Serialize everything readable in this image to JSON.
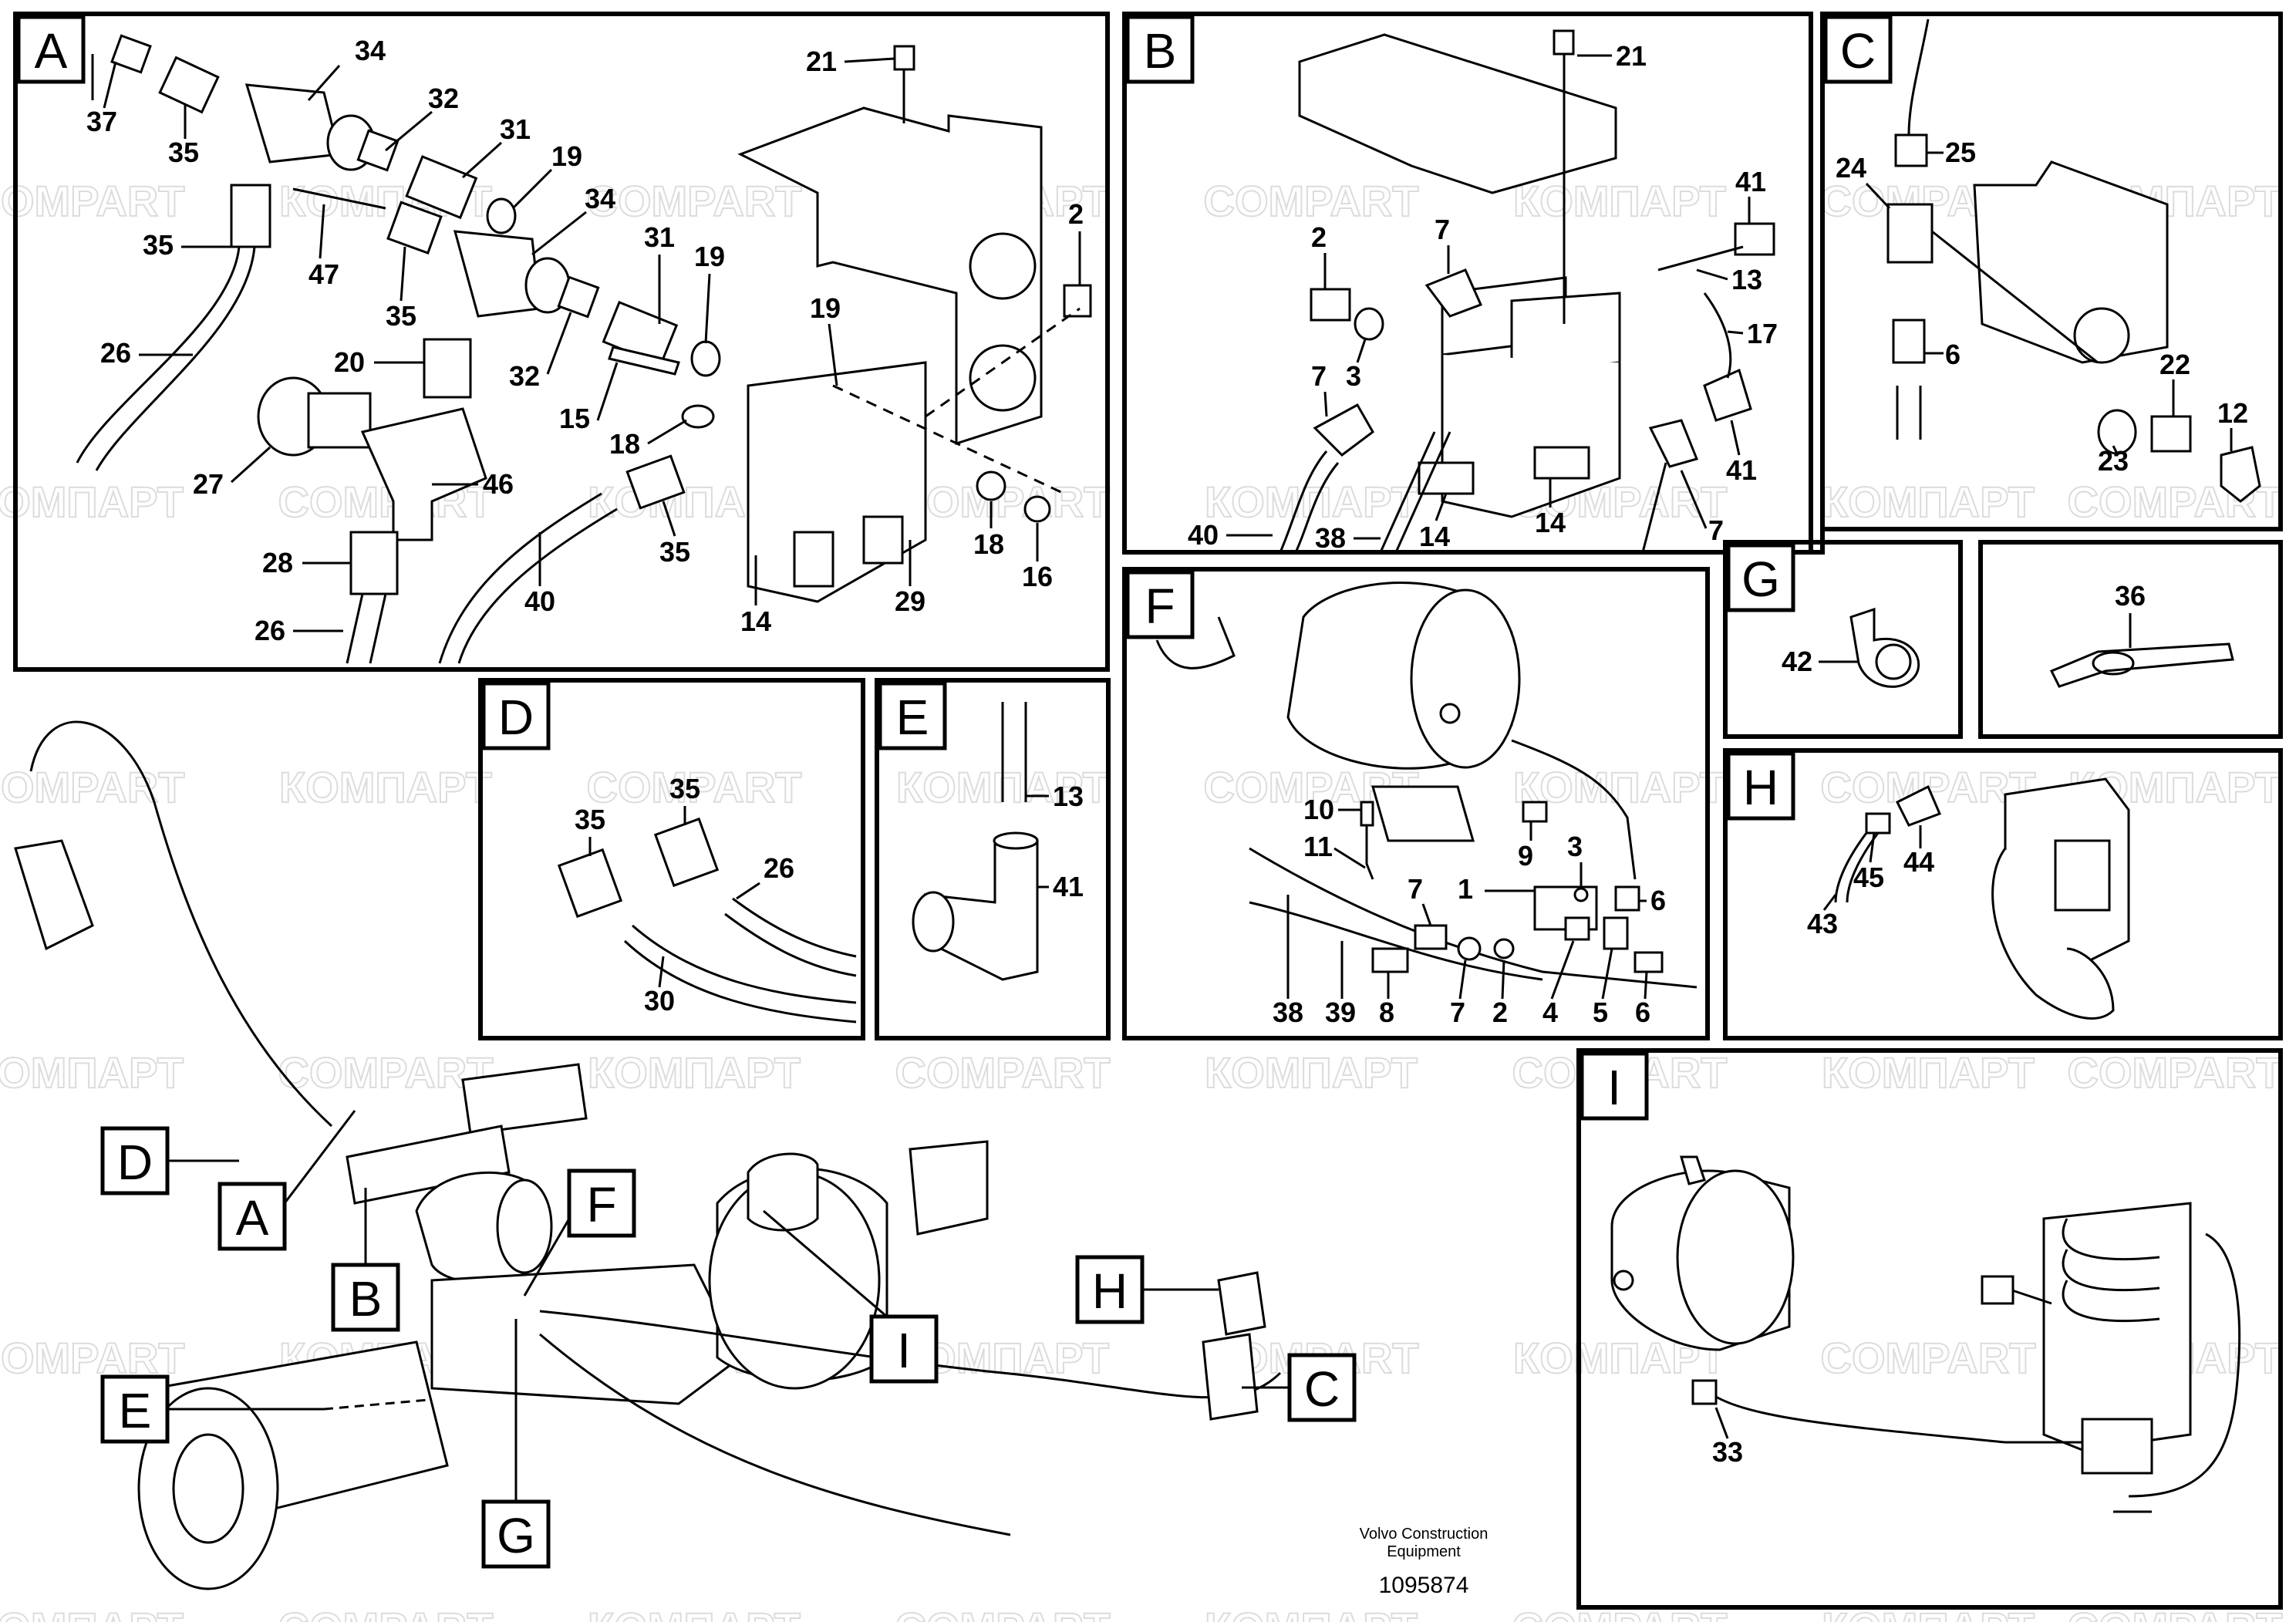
{
  "watermark": {
    "latin": "COMPART",
    "cyrillic": "КОМПАРТ"
  },
  "panels": {
    "A": {
      "letter": "A",
      "labels": [
        "34",
        "37",
        "35",
        "32",
        "31",
        "19",
        "34",
        "35",
        "47",
        "31",
        "19",
        "2",
        "21",
        "26",
        "35",
        "20",
        "32",
        "19",
        "27",
        "46",
        "15",
        "18",
        "28",
        "35",
        "40",
        "18",
        "16",
        "26",
        "14",
        "29"
      ]
    },
    "B": {
      "letter": "B",
      "labels": [
        "21",
        "41",
        "2",
        "7",
        "13",
        "17",
        "7",
        "3",
        "41",
        "40",
        "38",
        "14",
        "14",
        "7"
      ]
    },
    "C": {
      "letter": "C",
      "labels": [
        "25",
        "24",
        "6",
        "22",
        "23",
        "12"
      ]
    },
    "D": {
      "letter": "D",
      "labels": [
        "35",
        "35",
        "26",
        "30"
      ]
    },
    "E": {
      "letter": "E",
      "labels": [
        "13",
        "41"
      ]
    },
    "F": {
      "letter": "F",
      "labels": [
        "10",
        "11",
        "9",
        "3",
        "1",
        "7",
        "6",
        "38",
        "39",
        "8",
        "7",
        "2",
        "4",
        "5",
        "6"
      ]
    },
    "G": {
      "letter": "G",
      "labels": [
        "42"
      ]
    },
    "blank": {
      "labels": [
        "36"
      ]
    },
    "H": {
      "letter": "H",
      "labels": [
        "44",
        "45",
        "43"
      ]
    },
    "I": {
      "letter": "I",
      "labels": [
        "33"
      ]
    }
  },
  "overview_callouts": [
    "D",
    "A",
    "F",
    "B",
    "I",
    "H",
    "C",
    "E",
    "G"
  ],
  "footer": {
    "company_line1": "Volvo Construction",
    "company_line2": "Equipment",
    "doc_number": "1095874"
  }
}
